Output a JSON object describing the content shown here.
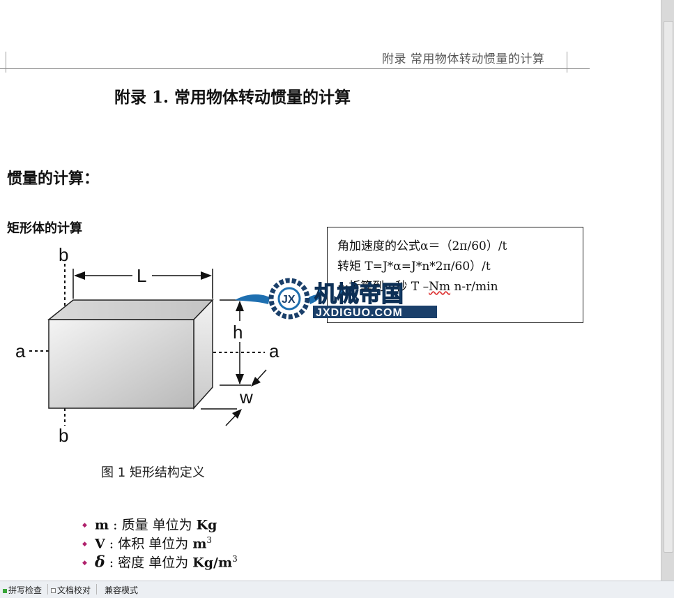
{
  "header": {
    "text": "附录  常用物体转动惯量的计算"
  },
  "document": {
    "title": "附录  1.  常用物体转动惯量的计算",
    "section_heading": "惯量的计算：",
    "subsection_heading": "矩形体的计算"
  },
  "formula_box": {
    "line1": "角加速度的公式α＝（2π/60）/t",
    "line2": "转矩 T=J*α=J*n*2π/60）/t",
    "line3_prefix": "···折算到···秒   T –",
    "line3_nm": "Nm",
    "line3_suffix": "    n-r/min"
  },
  "figure": {
    "labels": {
      "b_top": "b",
      "b_bottom": "b",
      "a_left": "a",
      "a_right": "a",
      "L": "L",
      "h": "h",
      "w": "w"
    },
    "caption": "图 1  矩形结构定义"
  },
  "variables": [
    {
      "symbol": "m",
      "desc": " : 质量  单位为 ",
      "unit": "Kg",
      "sup": ""
    },
    {
      "symbol": "V",
      "desc": " : 体积  单位为 ",
      "unit": "m",
      "sup": "3"
    },
    {
      "symbol": "δ",
      "desc": " : 密度  单位为 ",
      "unit": "Kg/m",
      "sup": "3"
    }
  ],
  "watermark": {
    "logo_text": "JX",
    "name": "机械帝国",
    "url": "JXDIGUO.COM"
  },
  "statusbar": {
    "spell_check": "拼写检查",
    "doc_proof": "文档校对",
    "compat_mode": "兼容模式"
  },
  "colors": {
    "bullet": "#b0216c",
    "watermark_blue": "#1e6fb0",
    "watermark_dark": "#1a3f6a"
  }
}
